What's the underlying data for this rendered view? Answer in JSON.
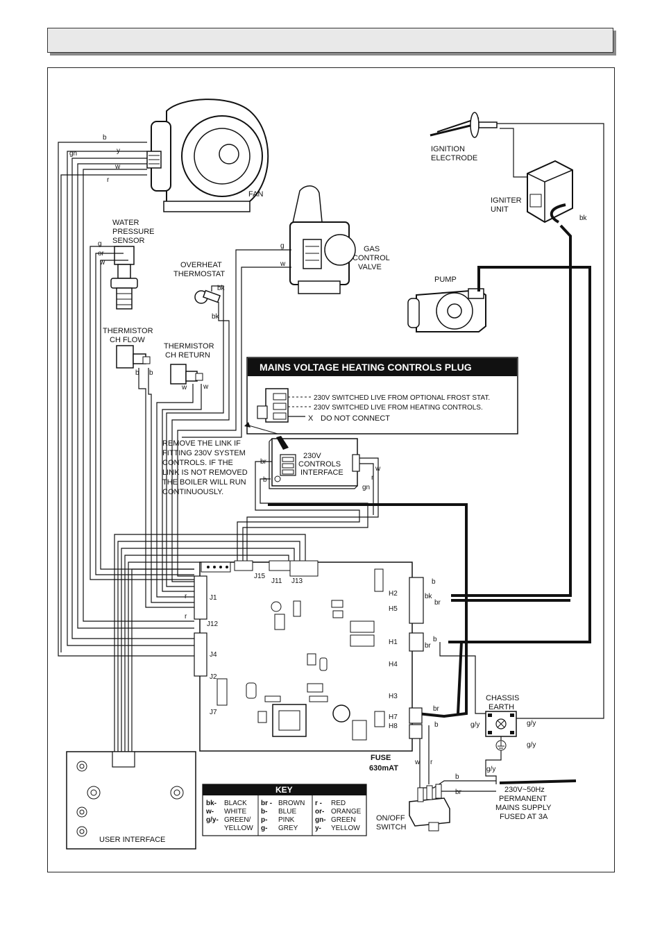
{
  "components": {
    "fan": "FAN",
    "ignition_electrode": [
      "IGNITION",
      "ELECTRODE"
    ],
    "igniter_unit": [
      "IGNITER",
      "UNIT"
    ],
    "water_pressure_sensor": [
      "WATER",
      "PRESSURE",
      "SENSOR"
    ],
    "gas_control_valve": [
      "GAS",
      "CONTROL",
      "VALVE"
    ],
    "overheat_thermostat": [
      "OVERHEAT",
      "THERMOSTAT"
    ],
    "pump": "PUMP",
    "thermistor_flow": [
      "THERMISTOR",
      "CH FLOW"
    ],
    "thermistor_return": [
      "THERMISTOR",
      "CH RETURN"
    ],
    "controls_interface": [
      "230V",
      "CONTROLS",
      "INTERFACE"
    ],
    "chassis_earth": [
      "CHASSIS",
      "EARTH"
    ],
    "fuse": [
      "FUSE",
      "630mAT"
    ],
    "on_off_switch": [
      "ON/OFF",
      "SWITCH"
    ],
    "mains_supply": [
      "230V~50Hz",
      "PERMANENT",
      "MAINS SUPPLY",
      "FUSED AT 3A"
    ],
    "user_interface": "USER INTERFACE"
  },
  "plug": {
    "title": "MAINS VOLTAGE HEATING CONTROLS PLUG",
    "line1": "230V SWITCHED LIVE FROM OPTIONAL FROST STAT.",
    "line2": "230V SWITCHED LIVE FROM HEATING CONTROLS.",
    "line3_x": "X",
    "line3": "DO NOT CONNECT"
  },
  "link_note": [
    "REMOVE THE LINK IF",
    "FITTING 230V SYSTEM",
    "CONTROLS. IF THE",
    "LINK IS NOT REMOVED",
    "THE BOILER WILL RUN",
    "CONTINUOUSLY."
  ],
  "connectors": {
    "j15": "J15",
    "j11": "J11",
    "j13": "J13",
    "j1": "J1",
    "j12": "J12",
    "j4": "J4",
    "j2": "J2",
    "j7": "J7",
    "h2": "H2",
    "h5": "H5",
    "h1": "H1",
    "h4": "H4",
    "h3": "H3",
    "h7": "H7",
    "h8": "H8"
  },
  "wire_labels": {
    "b": "b",
    "gn": "gn",
    "y": "y",
    "w": "w",
    "r": "r",
    "g": "g",
    "or": "or",
    "bk": "bk",
    "br": "br",
    "gy": "g/y"
  },
  "key": {
    "title": "KEY",
    "col1": [
      {
        "code": "bk-",
        "name": "BLACK"
      },
      {
        "code": "w-",
        "name": "WHITE"
      },
      {
        "code": "g/y-",
        "name": "GREEN/"
      },
      {
        "code": "",
        "name": "YELLOW"
      }
    ],
    "col2": [
      {
        "code": "br -",
        "name": "BROWN"
      },
      {
        "code": "b-",
        "name": "BLUE"
      },
      {
        "code": "p-",
        "name": "PINK"
      },
      {
        "code": "g-",
        "name": "GREY"
      }
    ],
    "col3": [
      {
        "code": "r -",
        "name": "RED"
      },
      {
        "code": "or-",
        "name": "ORANGE"
      },
      {
        "code": "gn-",
        "name": "GREEN"
      },
      {
        "code": "y-",
        "name": "YELLOW"
      }
    ]
  }
}
